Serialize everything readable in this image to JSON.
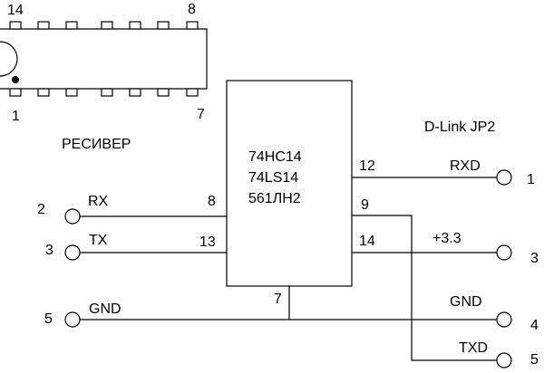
{
  "dip_package": {
    "pin_top_left": "14",
    "pin_top_right": "8",
    "pin_bottom_left": "1",
    "pin_bottom_right": "7"
  },
  "receiver_label": "РЕСИВЕР",
  "dlink_label": "D-Link  JP2",
  "chip": {
    "part_1": "74HC14",
    "part_2": "74LS14",
    "part_3": "561ЛН2",
    "pin_in_rx": "8",
    "pin_in_tx": "13",
    "pin_gnd": "7",
    "pin_out_rxd": "12",
    "pin_out_txd": "9",
    "pin_vcc": "14"
  },
  "receiver_connector": [
    {
      "num": "2",
      "signal": "RX"
    },
    {
      "num": "3",
      "signal": "TX"
    },
    {
      "num": "5",
      "signal": "GND"
    }
  ],
  "dlink_connector": [
    {
      "num": "1",
      "signal": "RXD"
    },
    {
      "num": "3",
      "signal": "+3.3"
    },
    {
      "num": "4",
      "signal": "GND"
    },
    {
      "num": "5",
      "signal": "TXD"
    }
  ]
}
